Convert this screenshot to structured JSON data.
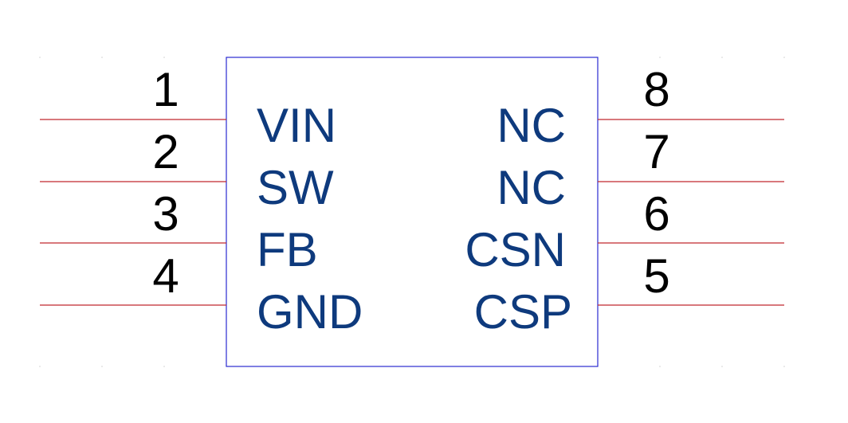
{
  "component": {
    "pins_left": [
      {
        "number": "1",
        "label": "VIN"
      },
      {
        "number": "2",
        "label": "SW"
      },
      {
        "number": "3",
        "label": "FB"
      },
      {
        "number": "4",
        "label": "GND"
      }
    ],
    "pins_right": [
      {
        "number": "8",
        "label": "NC"
      },
      {
        "number": "7",
        "label": "NC"
      },
      {
        "number": "6",
        "label": "CSN"
      },
      {
        "number": "5",
        "label": "CSP"
      }
    ]
  },
  "colors": {
    "pin_line": "#c0282d",
    "body_outline": "#2a2ad0",
    "pin_label": "#0e3a7d",
    "pin_number": "#000000"
  }
}
